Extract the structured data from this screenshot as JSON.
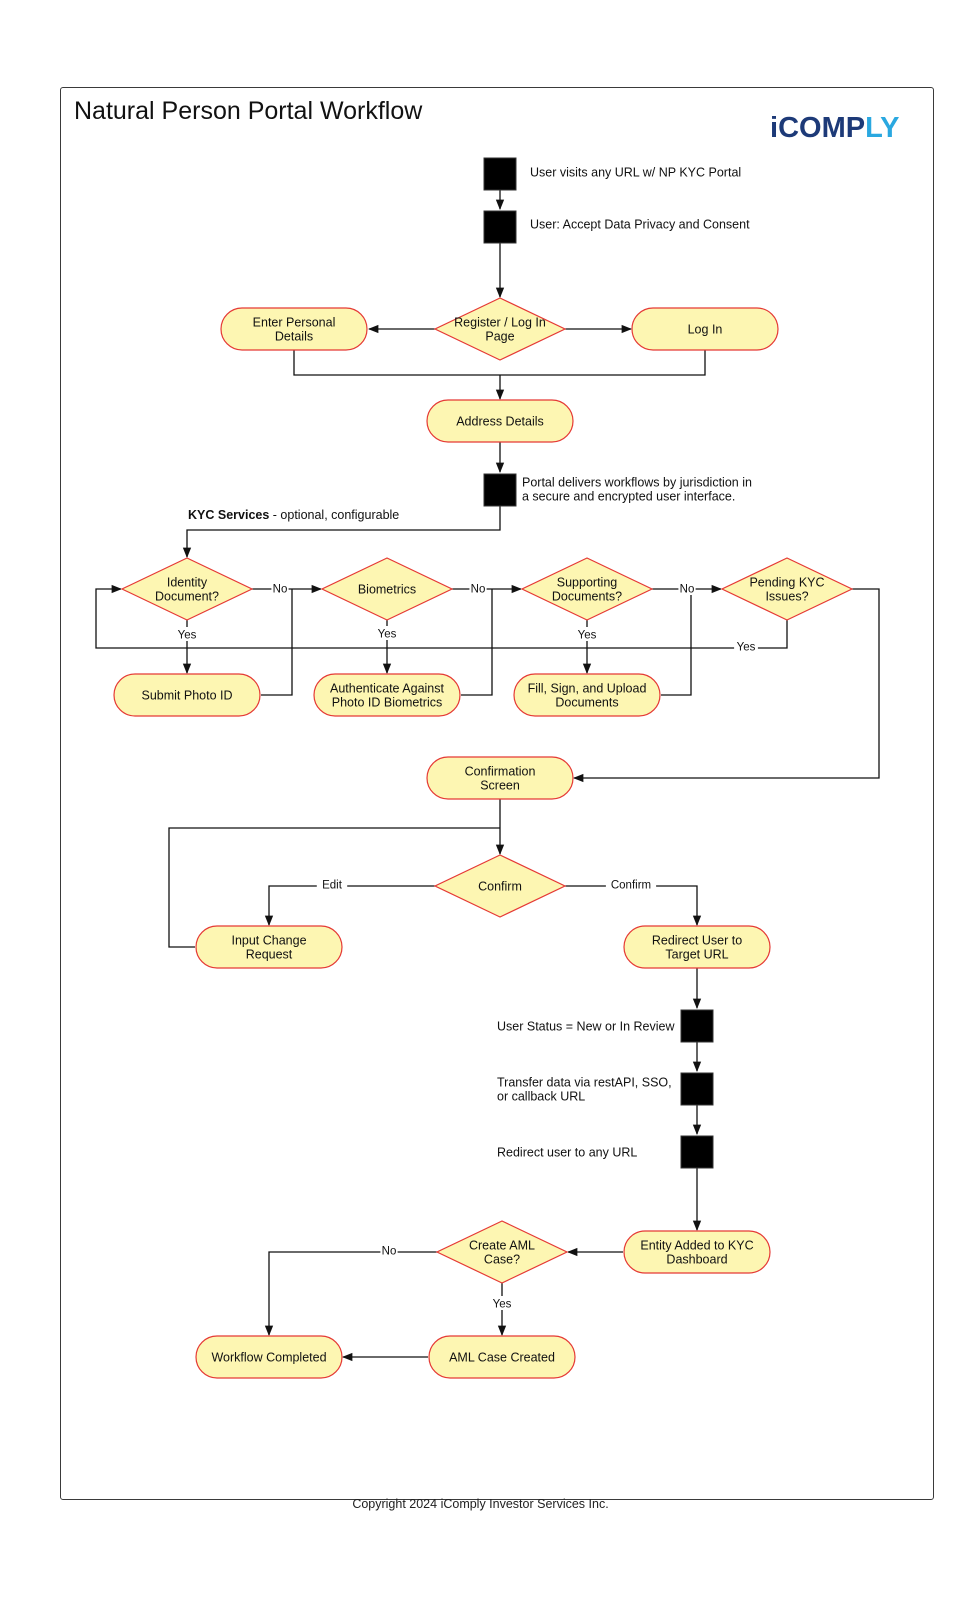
{
  "title": "Natural Person Portal Workflow",
  "logo": {
    "text": "iCOMPLY",
    "color_dark": "#1d3a78",
    "color_light": "#2aa8e0"
  },
  "copyright": "Copyright 2024 iComply Investor Services Inc.",
  "colors": {
    "node_fill": "#fdf6b2",
    "node_stroke": "#e53935",
    "line": "#111111",
    "step_box": "#000000"
  },
  "nodes": {
    "register": [
      "Register / Log In",
      "Page"
    ],
    "enter_personal": [
      "Enter Personal",
      "Details"
    ],
    "log_in": [
      "Log In"
    ],
    "address": [
      "Address Details"
    ],
    "identity_doc": [
      "Identity",
      "Document?"
    ],
    "biometrics": [
      "Biometrics"
    ],
    "supporting_docs": [
      "Supporting",
      "Documents?"
    ],
    "pending_kyc": [
      "Pending KYC",
      "Issues?"
    ],
    "submit_photo": [
      "Submit Photo ID"
    ],
    "authenticate": [
      "Authenticate Against",
      "Photo ID Biometrics"
    ],
    "fill_sign": [
      "Fill, Sign, and Upload",
      "Documents"
    ],
    "confirmation": [
      "Confirmation",
      "Screen"
    ],
    "confirm": [
      "Confirm"
    ],
    "input_change": [
      "Input Change",
      "Request"
    ],
    "redirect": [
      "Redirect User to",
      "Target URL"
    ],
    "entity_added": [
      "Entity Added to KYC",
      "Dashboard"
    ],
    "create_aml": [
      "Create AML",
      "Case?"
    ],
    "workflow_completed": [
      "Workflow Completed"
    ],
    "aml_created": [
      "AML Case Created"
    ]
  },
  "notes": {
    "visit_url": [
      "User visits any URL w/ NP KYC Portal"
    ],
    "accept_privacy": [
      "User: Accept Data Privacy and Consent"
    ],
    "portal_delivers": [
      "Portal delivers workflows by jurisdiction in",
      "a secure and encrypted user interface."
    ],
    "kyc_services_bold": "KYC Services",
    "kyc_services_rest": " - optional, configurable",
    "user_status": [
      "User Status = New or In Review"
    ],
    "transfer_data": [
      "Transfer data via restAPI, SSO,",
      "or callback URL"
    ],
    "redirect_any": [
      "Redirect user to any URL"
    ]
  },
  "edge_labels": {
    "no": "No",
    "yes": "Yes",
    "edit": "Edit",
    "confirm": "Confirm"
  }
}
